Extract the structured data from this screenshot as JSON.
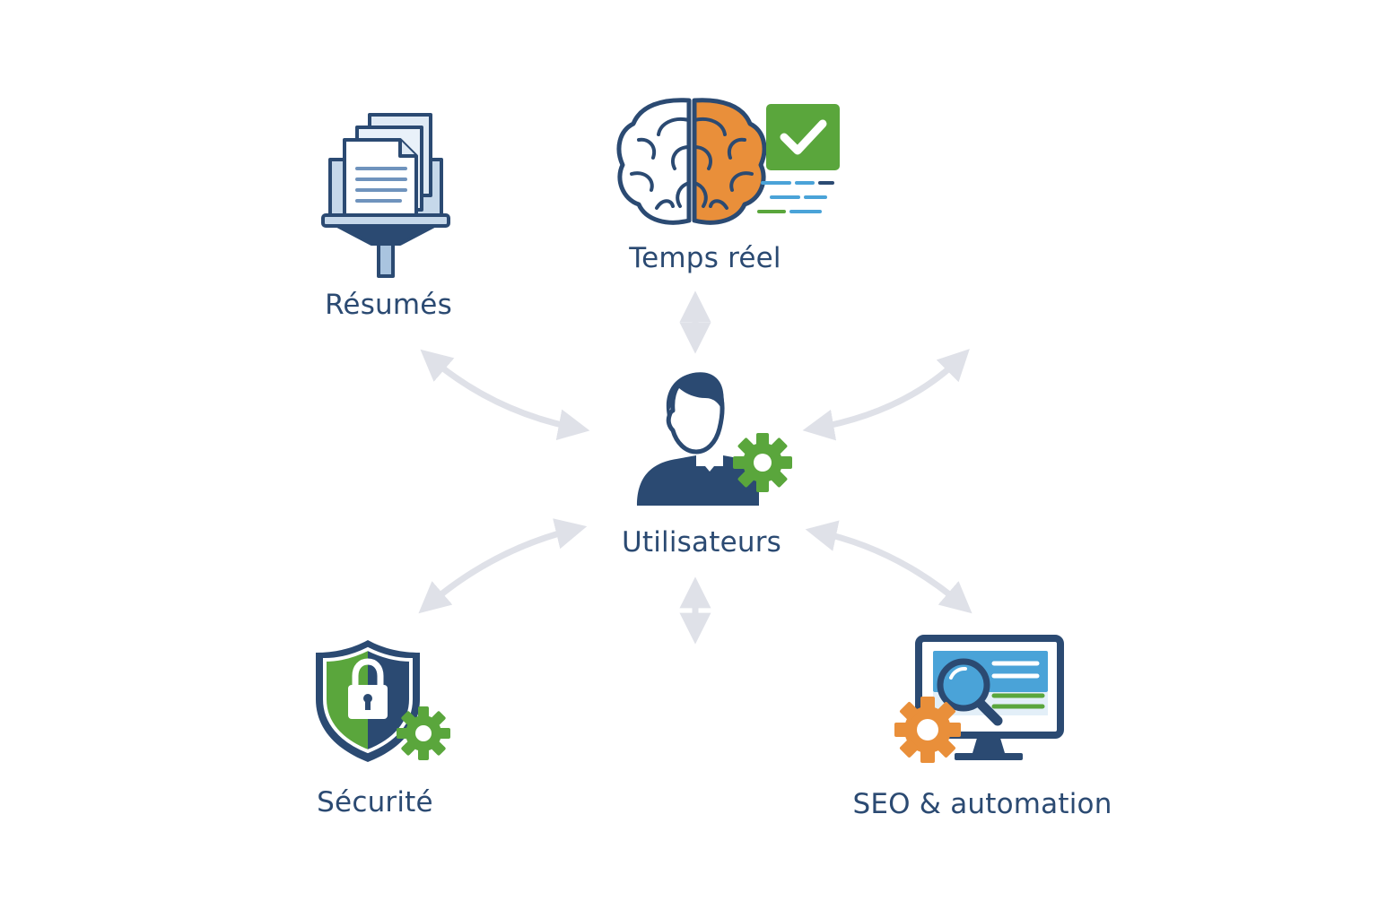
{
  "diagram": {
    "center": {
      "label": "Utilisateurs",
      "icon": "user-gear-icon"
    },
    "nodes": [
      {
        "id": "resumes",
        "label": "Résumés",
        "icon": "document-funnel-icon"
      },
      {
        "id": "temps-reel",
        "label": "Temps réel",
        "icon": "brain-check-icon"
      },
      {
        "id": "securite",
        "label": "Sécurité",
        "icon": "shield-lock-gear-icon"
      },
      {
        "id": "seo",
        "label": "SEO & automation",
        "icon": "monitor-search-gear-icon"
      }
    ],
    "connector_style": "double-headed-arrow"
  },
  "colors": {
    "navy": "#2b4a72",
    "green": "#5aa63c",
    "orange": "#e98f3a",
    "light_blue": "#4aa3d8",
    "arrow_gray": "#dfe1e8"
  }
}
